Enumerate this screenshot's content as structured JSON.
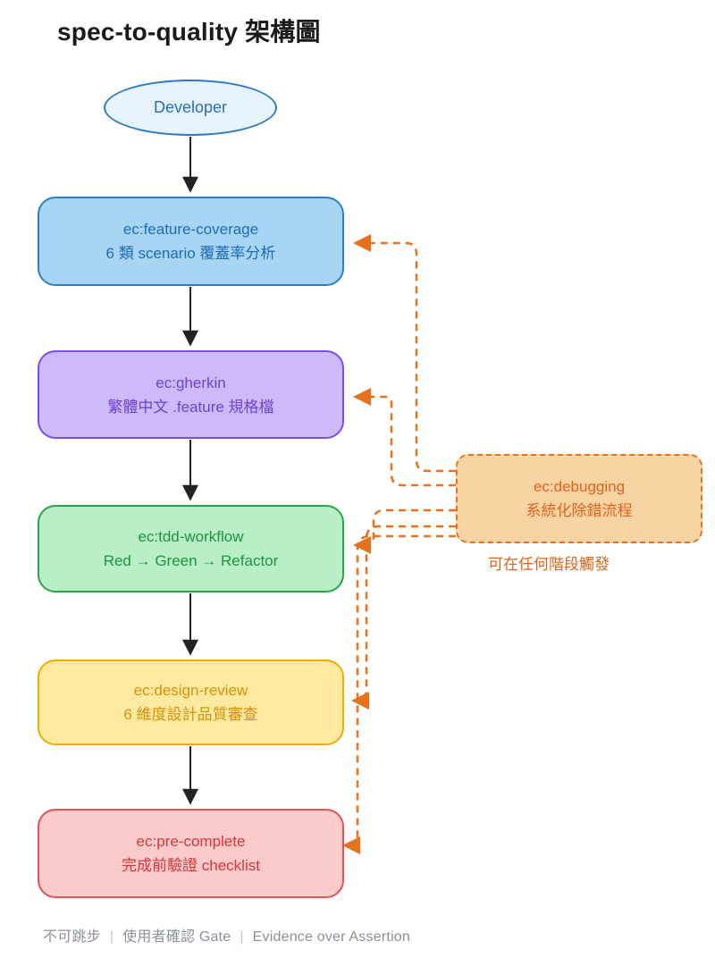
{
  "title": "spec-to-quality 架構圖",
  "nodes": {
    "developer": {
      "label": "Developer"
    },
    "feature_coverage": {
      "line1": "ec:feature-coverage",
      "line2": "6 類 scenario 覆蓋率分析"
    },
    "gherkin": {
      "line1": "ec:gherkin",
      "line2": "繁體中文 .feature 規格檔"
    },
    "tdd_workflow": {
      "line1": "ec:tdd-workflow",
      "line2": "Red → Green → Refactor"
    },
    "design_review": {
      "line1": "ec:design-review",
      "line2": "6 維度設計品質審查"
    },
    "pre_complete": {
      "line1": "ec:pre-complete",
      "line2": "完成前驗證 checklist"
    },
    "debugging": {
      "line1": "ec:debugging",
      "line2": "系統化除錯流程",
      "caption": "可在任何階段觸發"
    }
  },
  "footer": {
    "items": [
      "不可跳步",
      "使用者確認 Gate",
      "Evidence over Assertion"
    ],
    "separator": "|"
  },
  "colors": {
    "blue_node_fill": "#a9d5f5",
    "blue_node_border": "#2e7fc2",
    "purple_node_fill": "#cdbaf8",
    "purple_node_border": "#7b4df0",
    "green_node_fill": "#b9efc6",
    "green_node_border": "#2aa64a",
    "yellow_node_fill": "#fdeaa0",
    "yellow_node_border": "#f0ad00",
    "red_node_fill": "#fbcaca",
    "red_node_border": "#e25353",
    "debug_node_fill": "#f8d3a3",
    "debug_accent": "#e8711c",
    "arrow_color": "#222222",
    "footer_text": "#8b9099"
  }
}
